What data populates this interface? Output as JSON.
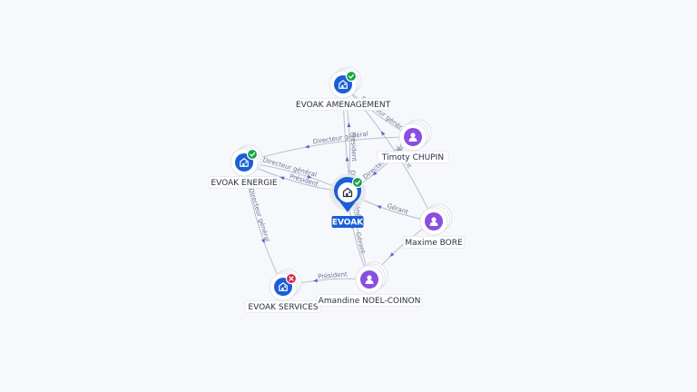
{
  "graph": {
    "colors": {
      "company": "#1b5fd6",
      "person": "#8a4fe0",
      "active": "#16a34a",
      "closed": "#d61f47"
    },
    "nodes": [
      {
        "id": "evoak",
        "label": "EVOAK",
        "kind": "company",
        "center": true,
        "status": "active",
        "icon": "building-icon"
      },
      {
        "id": "amenagement",
        "label": "EVOAK AMENAGEMENT",
        "kind": "company",
        "status": "active",
        "icon": "building-icon"
      },
      {
        "id": "energie",
        "label": "EVOAK ENERGIE",
        "kind": "company",
        "status": "active",
        "icon": "building-icon"
      },
      {
        "id": "services",
        "label": "EVOAK SERVICES",
        "kind": "company",
        "status": "closed",
        "icon": "building-icon"
      },
      {
        "id": "chupin",
        "label": "Timoty CHUPIN",
        "kind": "person",
        "icon": "person-icon"
      },
      {
        "id": "bore",
        "label": "Maxime BORE",
        "kind": "person",
        "icon": "person-icon"
      },
      {
        "id": "noel",
        "label": "Amandine NOEL-COINON",
        "kind": "person",
        "icon": "person-icon"
      }
    ],
    "edges": [
      {
        "from": "chupin",
        "to": "amenagement",
        "label": "Directeur général"
      },
      {
        "from": "chupin",
        "to": "energie",
        "label": "Directeur général"
      },
      {
        "from": "chupin",
        "to": "evoak",
        "label": "Directeur général"
      },
      {
        "from": "bore",
        "to": "amenagement",
        "label": "Gérant"
      },
      {
        "from": "bore",
        "to": "evoak",
        "label": "Gérant"
      },
      {
        "from": "bore",
        "to": "noel",
        "label": ""
      },
      {
        "from": "noel",
        "to": "evoak",
        "label": "Gérant"
      },
      {
        "from": "noel",
        "to": "services",
        "label": "Président"
      },
      {
        "from": "noel",
        "to": "amenagement",
        "label": "Directeur général"
      },
      {
        "from": "evoak",
        "to": "amenagement",
        "label": "Président"
      },
      {
        "from": "evoak",
        "to": "energie",
        "label": "Président"
      },
      {
        "from": "energie",
        "to": "services",
        "label": "Directeur général"
      },
      {
        "from": "energie",
        "to": "evoak",
        "label": "Directeur général"
      }
    ]
  }
}
